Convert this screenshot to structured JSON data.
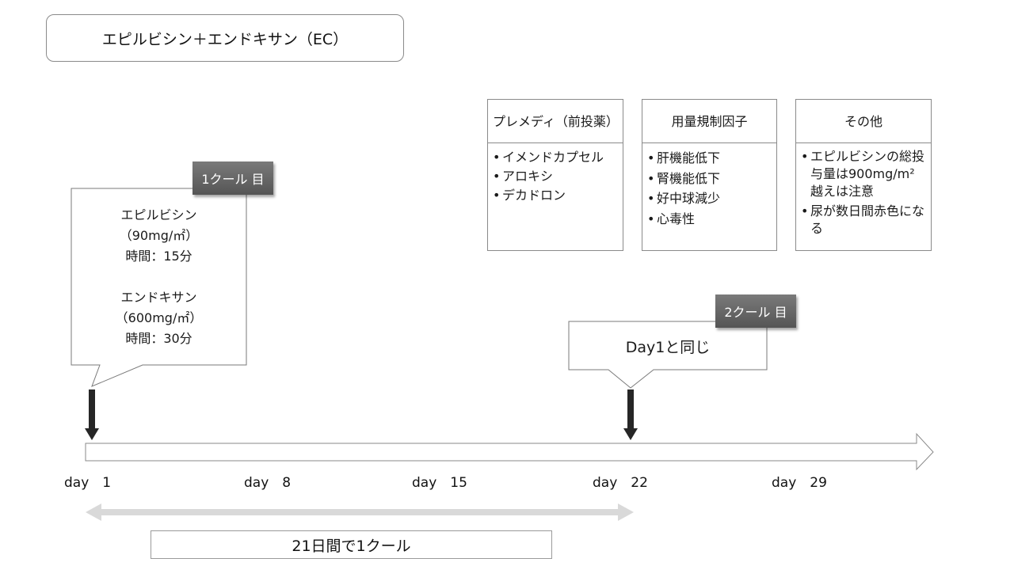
{
  "title": "エピルビシン＋エンドキサン（EC）",
  "premed": {
    "header": "プレメディ（前投薬）",
    "items": [
      "イメンドカプセル",
      "アロキシ",
      "デカドロン"
    ]
  },
  "dose_limiting": {
    "header": "用量規制因子",
    "items": [
      "肝機能低下",
      "腎機能低下",
      "好中球減少",
      "心毒性"
    ]
  },
  "other": {
    "header": "その他",
    "items": [
      "エピルビシンの総投与量は900mg/m²越えは注意",
      "尿が数日間赤色になる"
    ]
  },
  "cycle1": {
    "badge": "1クール 目",
    "drug1_name": "エピルビシン",
    "drug1_dose": "（90mg/㎡）",
    "drug1_time": "時間：15分",
    "drug2_name": "エンドキサン",
    "drug2_dose": "（600mg/㎡）",
    "drug2_time": "時間：30分"
  },
  "cycle2": {
    "badge": "2クール 目",
    "text": "Day1と同じ"
  },
  "timeline": {
    "days": [
      "day　1",
      "day　8",
      "day　15",
      "day　22",
      "day　29"
    ]
  },
  "summary": "21日間で1クール"
}
